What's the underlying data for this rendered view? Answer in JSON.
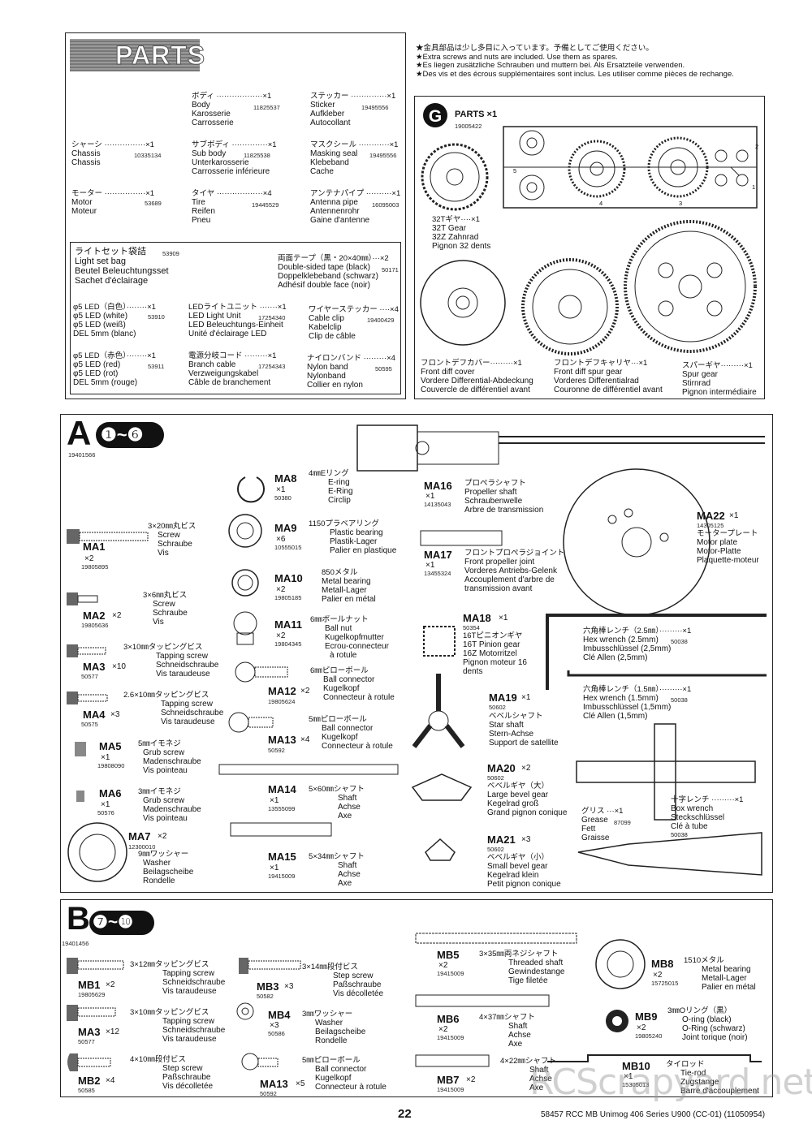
{
  "header": {
    "parts_title": "PARTS",
    "notes": [
      "★金具部品は少し多目に入っています。予備としてご使用ください。",
      "★Extra screws and nuts are included. Use them as spares.",
      "★Es liegen zusätzliche Schrauben und muttern bei. Als Ersatzteile verwenden.",
      "★Des vis et des écrous supplémentaires sont inclus. Les utiliser comme pièces de rechange."
    ]
  },
  "parts": {
    "body": {
      "jp": "ボディ ··················×1",
      "lines": [
        "Body",
        "Karosserie",
        "Carrosserie"
      ],
      "code": "11825537"
    },
    "sticker": {
      "jp": "ステッカー ··············×1",
      "lines": [
        "Sticker",
        "Aufkleber",
        "Autocollant"
      ],
      "code": "19495556"
    },
    "chassis": {
      "jp": "シャーシ ················×1",
      "lines": [
        "Chassis",
        "Chassis"
      ],
      "code": "10335134"
    },
    "subbody": {
      "jp": "サブボディ ··············×1",
      "lines": [
        "Sub body",
        "Unterkarosserie",
        "Carrosserie inférieure"
      ],
      "code": "11825538"
    },
    "masking": {
      "jp": "マスクシール ············×1",
      "lines": [
        "Masking seal",
        "Klebeband",
        "Cache"
      ],
      "code": "19495556"
    },
    "motor": {
      "jp": "モーター ················×1",
      "lines": [
        "Motor",
        "Moteur"
      ],
      "code": "53689"
    },
    "tire": {
      "jp": "タイヤ ··················×4",
      "lines": [
        "Tire",
        "Reifen",
        "Pneu"
      ],
      "code": "19445529"
    },
    "antenna": {
      "jp": "アンテナパイプ ··········×1",
      "lines": [
        "Antenna pipe",
        "Antennenrohr",
        "Gaine d'antenne"
      ],
      "code": "16095003"
    },
    "lightset": {
      "jp": "ライトセット袋詰",
      "code": "53909",
      "lines": [
        "Light set bag",
        "Beutel Beleuchtungsset",
        "Sachet d'éclairage"
      ]
    },
    "tape": {
      "jp": "両面テープ（黒・20×40㎜）···×2",
      "lines": [
        "Double-sided tape (black)",
        "Doppelklebeband (schwarz)",
        "Adhésif double face (noir)"
      ],
      "code": "50171"
    },
    "led_white": {
      "jp": "φ5 LED（白色）········×1",
      "lines": [
        "φ5 LED (white)",
        "φ5 LED (weiß)",
        "DEL 5mm (blanc)"
      ],
      "code": "53910"
    },
    "led_unit": {
      "jp": "LEDライトユニット ·······×1",
      "lines": [
        "LED Light Unit",
        "LED Beleuchtungs-Einheit",
        "Unité d'éclairage LED"
      ],
      "code": "17254340"
    },
    "wire_sticker": {
      "jp": "ワイヤーステッカー ····×4",
      "lines": [
        "Cable clip",
        "Kabelclip",
        "Clip de câble"
      ],
      "code": "19400429"
    },
    "led_red": {
      "jp": "φ5 LED（赤色）········×1",
      "lines": [
        "φ5 LED (red)",
        "φ5 LED (rot)",
        "DEL 5mm (rouge)"
      ],
      "code": "53911"
    },
    "branch": {
      "jp": "電源分岐コード ·········×1",
      "lines": [
        "Branch cable",
        "Verzweigungskabel",
        "Câble de branchement"
      ],
      "code": "17254343"
    },
    "nylon": {
      "jp": "ナイロンバンド ·········×4",
      "lines": [
        "Nylon band",
        "Nylonband",
        "Collier en nylon"
      ],
      "code": "50595"
    }
  },
  "g_parts": {
    "letter": "G",
    "label": "PARTS ×1",
    "code": "19005422",
    "numbers": [
      "1",
      "2",
      "3",
      "4",
      "5"
    ],
    "gear32": {
      "jp": "32Tギヤ····×1",
      "lines": [
        "32T Gear",
        "32Z Zahnrad",
        "Pignon 32 dents"
      ]
    },
    "front_diff_cover": {
      "jp": "フロントデフカバー·········×1",
      "lines": [
        "Front diff cover",
        "Vordere Differential-Abdeckung",
        "Couvercle de différentiel avant"
      ]
    },
    "front_diff_carrier": {
      "jp": "フロントデフキャリヤ···×1",
      "lines": [
        "Front diff spur gear",
        "Vorderes Differentialrad",
        "Couronne de différentiel avant"
      ]
    },
    "spur": {
      "jp": "スパーギヤ·········×1",
      "lines": [
        "Spur gear",
        "Stirnrad",
        "Pignon intermédiaire"
      ]
    }
  },
  "bag_a": {
    "letter": "A",
    "steps": "❶~❻",
    "code": "19401566",
    "items": {
      "ma1": {
        "id": "MA1",
        "qty": "×2",
        "code": "19805895",
        "jp": "3×20㎜丸ビス",
        "lines": [
          "Screw",
          "Schraube",
          "Vis"
        ]
      },
      "ma2": {
        "id": "MA2",
        "qty": "×2",
        "code": "19805636",
        "jp": "3×6㎜丸ビス",
        "lines": [
          "Screw",
          "Schraube",
          "Vis"
        ]
      },
      "ma3": {
        "id": "MA3",
        "qty": "×10",
        "code": "50577",
        "jp": "3×10㎜タッピングビス",
        "lines": [
          "Tapping screw",
          "Schneidschraube",
          "Vis taraudeuse"
        ]
      },
      "ma4": {
        "id": "MA4",
        "qty": "×3",
        "code": "50575",
        "jp": "2.6×10㎜タッピングビス",
        "lines": [
          "Tapping screw",
          "Schneidschraube",
          "Vis taraudeuse"
        ]
      },
      "ma5": {
        "id": "MA5",
        "qty": "×1",
        "code": "19808090",
        "jp": "5㎜イモネジ",
        "lines": [
          "Grub screw",
          "Madenschraube",
          "Vis pointeau"
        ]
      },
      "ma6": {
        "id": "MA6",
        "qty": "×1",
        "code": "50576",
        "jp": "3㎜イモネジ",
        "lines": [
          "Grub screw",
          "Madenschraube",
          "Vis pointeau"
        ]
      },
      "ma7": {
        "id": "MA7",
        "qty": "×2",
        "code": "12300010",
        "jp": "9㎜ワッシャー",
        "lines": [
          "Washer",
          "Beilagscheibe",
          "Rondelle"
        ]
      },
      "ma8": {
        "id": "MA8",
        "qty": "×1",
        "code": "50380",
        "jp": "4㎜Eリング",
        "lines": [
          "E-ring",
          "E-Ring",
          "Circlip"
        ]
      },
      "ma9": {
        "id": "MA9",
        "qty": "×6",
        "code": "10555015",
        "jp": "1150プラベアリング",
        "lines": [
          "Plastic bearing",
          "Plastik-Lager",
          "Palier en plastique"
        ]
      },
      "ma10": {
        "id": "MA10",
        "qty": "×2",
        "code": "19805185",
        "jp": "850メタル",
        "lines": [
          "Metal bearing",
          "Metall-Lager",
          "Palier en métal"
        ]
      },
      "ma11": {
        "id": "MA11",
        "qty": "×2",
        "code": "19804345",
        "jp": "6㎜ボールナット",
        "lines": [
          "Ball nut",
          "Kugelkopfmutter",
          "Ecrou-connecteur",
          "à rotule"
        ]
      },
      "ma12": {
        "id": "MA12",
        "qty": "×2",
        "code": "19805624",
        "jp": "6㎜ピローボール",
        "lines": [
          "Ball connector",
          "Kugelkopf",
          "Connecteur à rotule"
        ]
      },
      "ma13": {
        "id": "MA13",
        "qty": "×4",
        "code": "50592",
        "jp": "5㎜ピローボール",
        "lines": [
          "Ball connector",
          "Kugelkopf",
          "Connecteur à rotule"
        ]
      },
      "ma14": {
        "id": "MA14",
        "qty": "×1",
        "code": "13555099",
        "jp": "5×60㎜シャフト",
        "lines": [
          "Shaft",
          "Achse",
          "Axe"
        ]
      },
      "ma15": {
        "id": "MA15",
        "qty": "×1",
        "code": "19415009",
        "jp": "5×34㎜シャフト",
        "lines": [
          "Shaft",
          "Achse",
          "Axe"
        ]
      },
      "ma16": {
        "id": "MA16",
        "qty": "×1",
        "code": "14135043",
        "jp": "プロペラシャフト",
        "lines": [
          "Propeller shaft",
          "Schraubenwelle",
          "Arbre de transmission"
        ]
      },
      "ma17": {
        "id": "MA17",
        "qty": "×1",
        "code": "13455324",
        "jp": "フロントプロペラジョイント",
        "lines": [
          "Front propeller joint",
          "Vorderes Antriebs-Gelenk",
          "Accouplement d'arbre de",
          "transmission avant"
        ]
      },
      "ma18": {
        "id": "MA18",
        "qty": "×1",
        "code": "50354",
        "jp": "16Tピニオンギヤ",
        "lines": [
          "16T Pinion gear",
          "16Z Motorritzel",
          "Pignon moteur 16",
          "dents"
        ]
      },
      "ma19": {
        "id": "MA19",
        "qty": "×1",
        "code": "50602",
        "jp": "ベベルシャフト",
        "lines": [
          "Star shaft",
          "Stern-Achse",
          "Support de satellite"
        ]
      },
      "ma20": {
        "id": "MA20",
        "qty": "×2",
        "code": "50602",
        "jp": "ベベルギヤ（大）",
        "lines": [
          "Large bevel gear",
          "Kegelrad groß",
          "Grand pignon conique"
        ]
      },
      "ma21": {
        "id": "MA21",
        "qty": "×3",
        "code": "50602",
        "jp": "ベベルギヤ（小）",
        "lines": [
          "Small bevel gear",
          "Kegelrad klein",
          "Petit pignon conique"
        ]
      },
      "ma22": {
        "id": "MA22",
        "qty": "×1",
        "code": "14305125",
        "jp": "モータープレート",
        "lines": [
          "Motor plate",
          "Motor-Platte",
          "Plaquette-moteur"
        ]
      },
      "hex25": {
        "jp": "六角棒レンチ（2.5㎜）·········×1",
        "lines": [
          "Hex wrench (2.5mm)",
          "Imbusschlüssel (2,5mm)",
          "Clé Allen (2,5mm)"
        ],
        "code": "50038"
      },
      "hex15": {
        "jp": "六角棒レンチ（1.5㎜）·········×1",
        "lines": [
          "Hex wrench (1.5mm)",
          "Imbusschlüssel (1,5mm)",
          "Clé Allen (1,5mm)"
        ],
        "code": "50038"
      },
      "box": {
        "jp": "十字レンチ ·········×1",
        "lines": [
          "Box wrench",
          "Steckschlüssel",
          "Clé à tube"
        ],
        "code": "50038"
      },
      "grease": {
        "jp": "グリス ···×1",
        "lines": [
          "Grease",
          "Fett",
          "Graisse"
        ],
        "code": "87099"
      }
    }
  },
  "bag_b": {
    "letter": "B",
    "steps": "❼~❿",
    "code": "19401456",
    "items": {
      "mb1": {
        "id": "MB1",
        "qty": "×2",
        "code": "19805629",
        "jp": "3×12㎜タッピングビス",
        "lines": [
          "Tapping screw",
          "Schneidschraube",
          "Vis taraudeuse"
        ]
      },
      "mb3a": {
        "id": "MA3",
        "qty": "×12",
        "code": "50577",
        "jp": "3×10㎜タッピングビス",
        "lines": [
          "Tapping screw",
          "Schneidschraube",
          "Vis taraudeuse"
        ]
      },
      "mb2": {
        "id": "MB2",
        "qty": "×4",
        "code": "50585",
        "jp": "4×10㎜段付ビス",
        "lines": [
          "Step screw",
          "Paßschraube",
          "Vis décolletée"
        ]
      },
      "mb3": {
        "id": "MB3",
        "qty": "×3",
        "code": "50582",
        "jp": "3×14㎜段付ビス",
        "lines": [
          "Step screw",
          "Paßschraube",
          "Vis décolletée"
        ]
      },
      "mb4": {
        "id": "MB4",
        "qty": "×3",
        "code": "50586",
        "jp": "3㎜ワッシャー",
        "lines": [
          "Washer",
          "Beilagscheibe",
          "Rondelle"
        ]
      },
      "ma13b": {
        "id": "MA13",
        "qty": "×5",
        "code": "50592",
        "jp": "5㎜ピローボール",
        "lines": [
          "Ball connector",
          "Kugelkopf",
          "Connecteur à rotule"
        ]
      },
      "mb5": {
        "id": "MB5",
        "qty": "×2",
        "code": "19415009",
        "jp": "3×35㎜両ネジシャフト",
        "lines": [
          "Threaded shaft",
          "Gewindestange",
          "Tige filetée"
        ]
      },
      "mb6": {
        "id": "MB6",
        "qty": "×2",
        "code": "19415009",
        "jp": "4×37㎜シャフト",
        "lines": [
          "Shaft",
          "Achse",
          "Axe"
        ]
      },
      "mb7": {
        "id": "MB7",
        "qty": "×2",
        "code": "19415009",
        "jp": "4×22㎜シャフト",
        "lines": [
          "Shaft",
          "Achse",
          "Axe"
        ]
      },
      "mb8": {
        "id": "MB8",
        "qty": "×2",
        "code": "15725015",
        "jp": "1510メタル",
        "lines": [
          "Metal bearing",
          "Metall-Lager",
          "Palier en métal"
        ]
      },
      "mb9": {
        "id": "MB9",
        "qty": "×2",
        "code": "19805240",
        "jp": "3㎜Oリング（黒）",
        "lines": [
          "O-ring (black)",
          "O-Ring (schwarz)",
          "Joint torique (noir)"
        ]
      },
      "mb10": {
        "id": "MB10",
        "qty": "×1",
        "code": "15305013",
        "jp": "タイロッド",
        "lines": [
          "Tie-rod",
          "Zugstange",
          "Barre d'accouplement"
        ]
      }
    }
  },
  "footer": {
    "page": "22",
    "ref": "58457 RCC MB Unimog 406 Series U900 (CC-01) (11050954)",
    "watermark": "RCScrapyard.net"
  }
}
